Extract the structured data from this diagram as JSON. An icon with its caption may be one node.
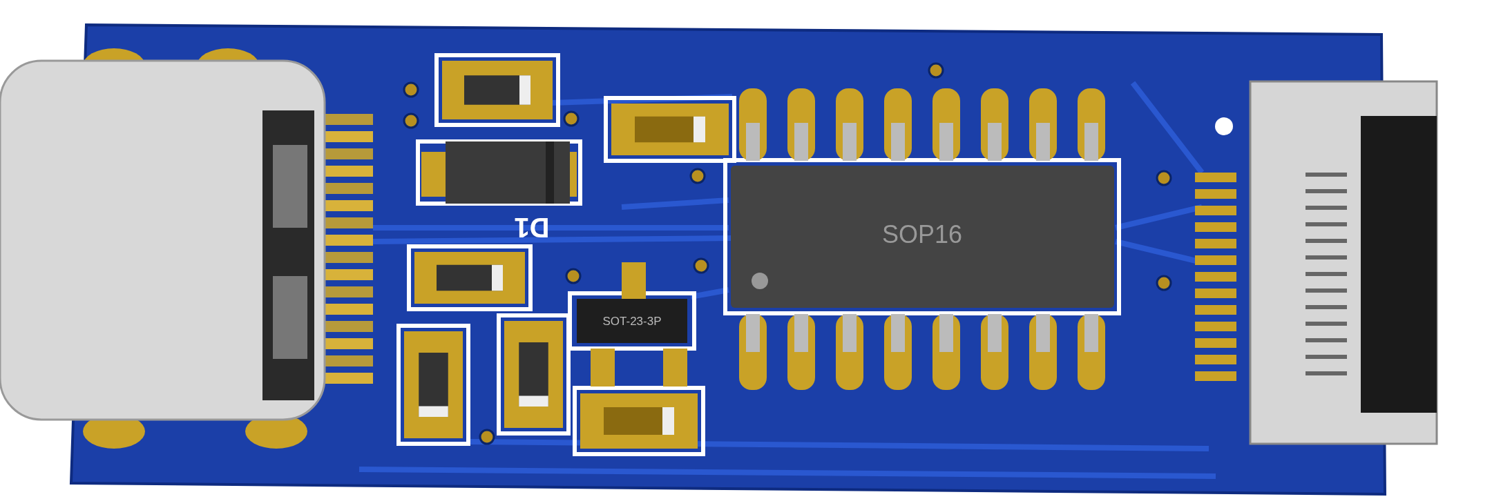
{
  "diagram": {
    "labels": [
      "D1",
      "SOP16",
      "SOT-23-3P"
    ]
  }
}
